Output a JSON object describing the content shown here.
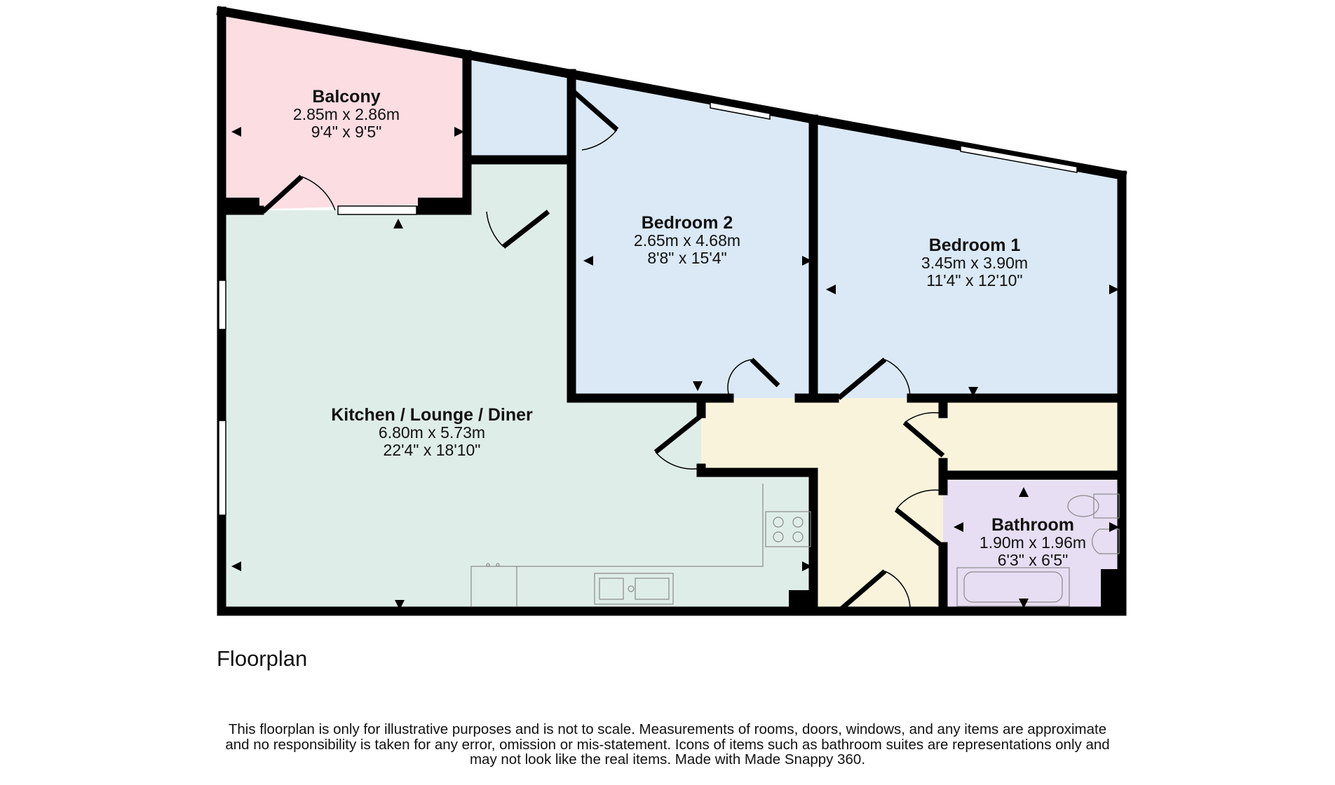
{
  "rooms": {
    "balcony": {
      "name": "Balcony",
      "metric": "2.85m x 2.86m",
      "imperial": "9'4\" x 9'5\""
    },
    "bedroom2": {
      "name": "Bedroom 2",
      "metric": "2.65m x 4.68m",
      "imperial": "8'8\" x 15'4\""
    },
    "bedroom1": {
      "name": "Bedroom 1",
      "metric": "3.45m x 3.90m",
      "imperial": "11'4\" x 12'10\""
    },
    "kitchen": {
      "name": "Kitchen / Lounge / Diner",
      "metric": "6.80m x 5.73m",
      "imperial": "22'4\" x 18'10\""
    },
    "bathroom": {
      "name": "Bathroom",
      "metric": "1.90m x 1.96m",
      "imperial": "6'3\" x 6'5\""
    }
  },
  "caption": "Floorplan",
  "disclaimer": {
    "line1": "This floorplan is only for illustrative purposes and is not to scale. Measurements of rooms, doors, windows, and any items are approximate",
    "line2": "and no responsibility is taken for any error, omission or mis-statement. Icons of items such as bathroom suites are representations only and",
    "line3": "may not look like the real items. Made with Made Snappy 360."
  },
  "colors": {
    "balcony": "#fbdde2",
    "bedroom": "#dbe9f6",
    "kitchen": "#dfede8",
    "hallway": "#faf3dc",
    "bathroom": "#e7def3",
    "wall": "#000000"
  }
}
